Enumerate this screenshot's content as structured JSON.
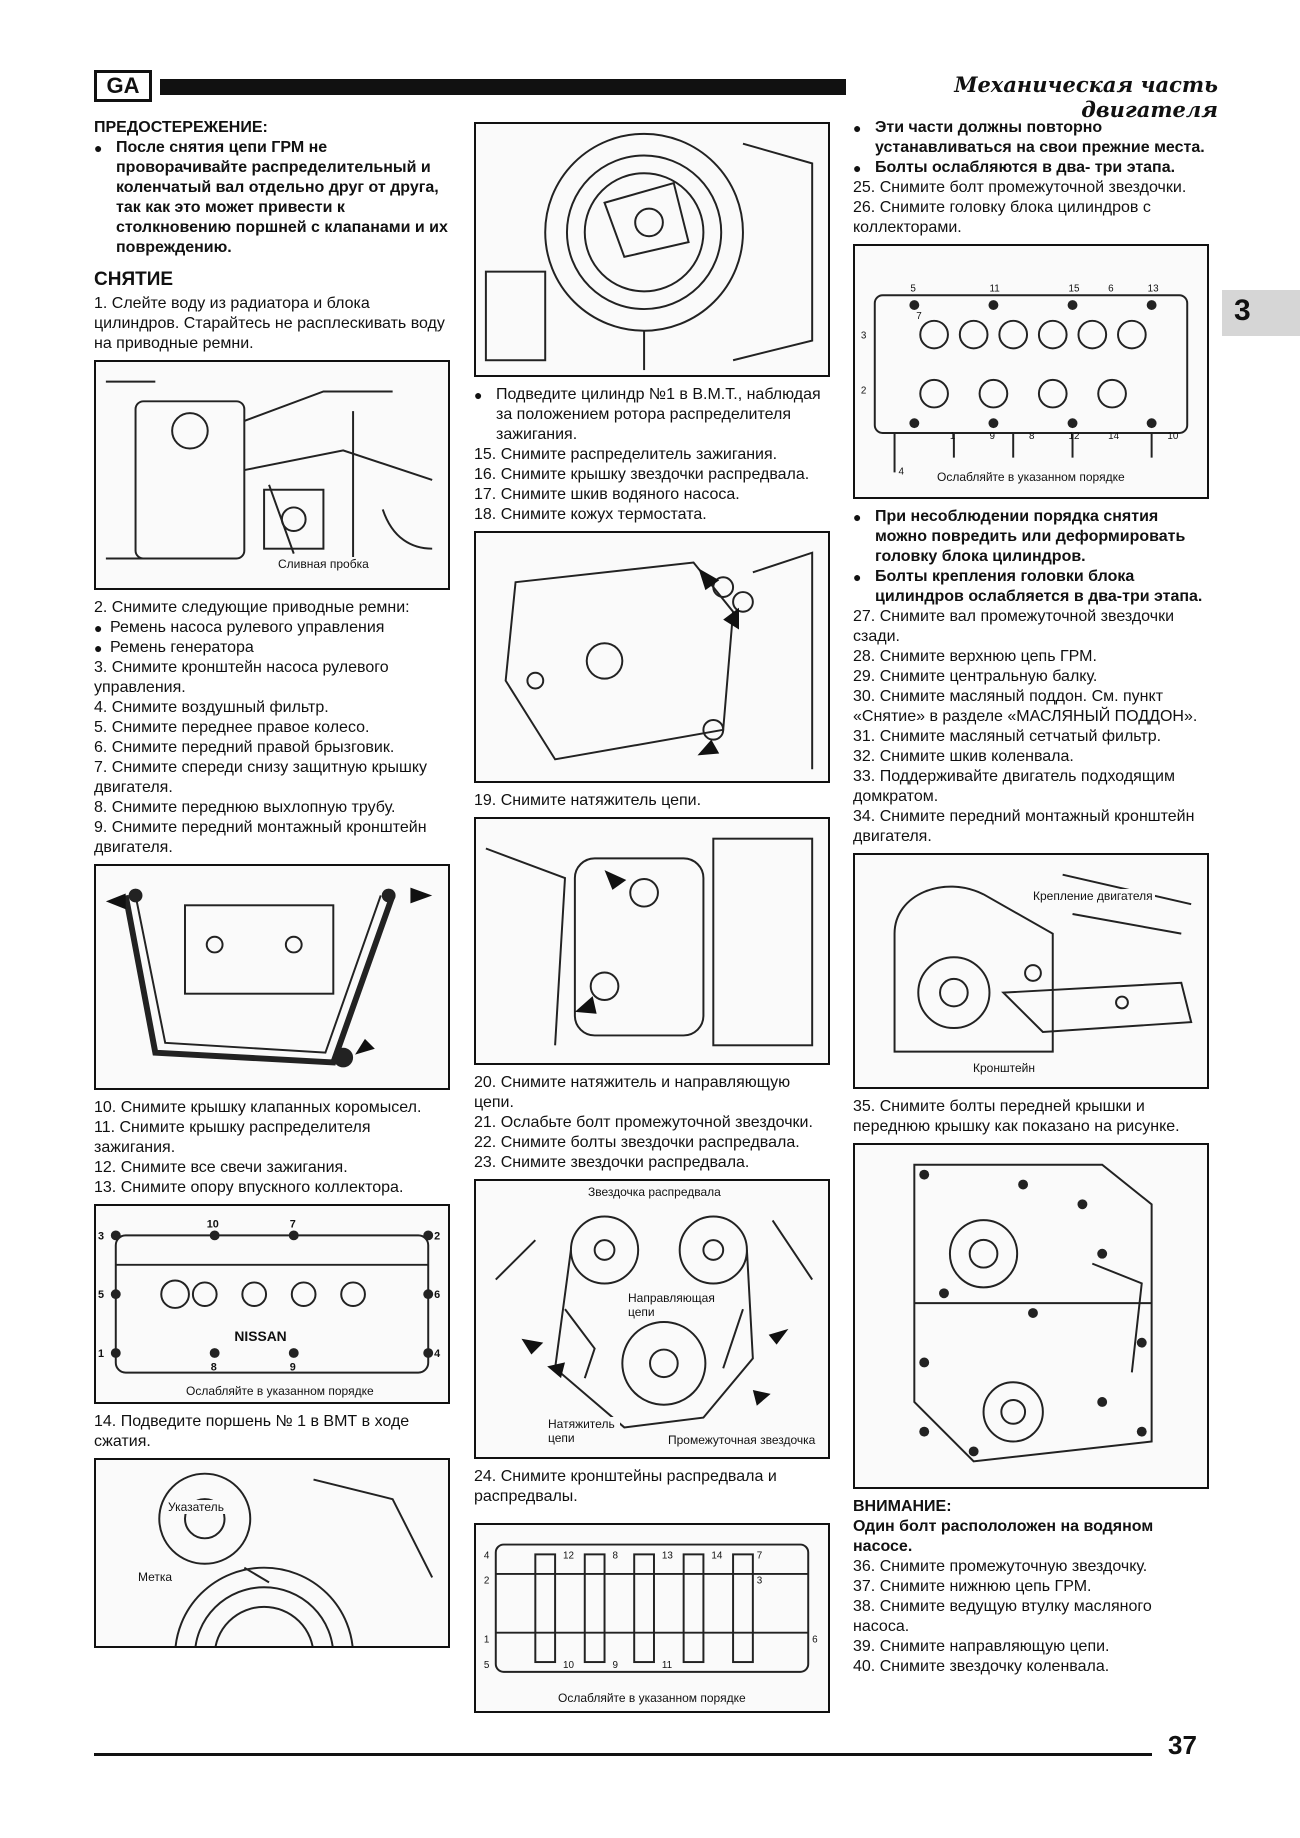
{
  "header": {
    "code": "GA",
    "title": "Механическая часть двигателя",
    "tab_number": "3"
  },
  "page_number": "37",
  "col1": {
    "warning_title": "ПРЕДОСТЕРЕЖЕНИЕ:",
    "warning_text": "После снятия цепи ГРМ не проворачивайте распределительный и коленчатый вал отдельно друг от друга, так как это может привести к столкновению поршней с клапанами и их повреждению.",
    "section_title": "СНЯТИЕ",
    "step1": "1. Слейте воду из радиатора и блока цилиндров. Старайтесь не расплескивать воду на приводные ремни.",
    "fig1_caption": "Сливная пробка",
    "step2": "2. Снимите следующие приводные ремни:",
    "step2_b1": "Ремень насоса рулевого управления",
    "step2_b2": "Ремень генератора",
    "steps_3_9": [
      "3. Снимите кронштейн насоса рулевого управления.",
      "4. Снимите воздушный фильтр.",
      "5. Снимите переднее правое колесо.",
      "6. Снимите передний правой брызговик.",
      "7. Снимите спереди снизу защитную крышку двигателя.",
      "8. Снимите переднюю выхлопную трубу.",
      "9. Снимите передний монтажный кронштейн двигателя."
    ],
    "steps_10_13": [
      "10. Снимите крышку клапанных коромысел.",
      "11. Снимите крышку распределителя зажигания.",
      "12. Снимите все свечи зажигания.",
      "13. Снимите опору впускного коллектора."
    ],
    "fig3_caption": "Ослабляйте в указанном порядке",
    "fig3_logo": "NISSAN",
    "fig3_numbers": [
      "1",
      "2",
      "3",
      "4",
      "5",
      "6",
      "7",
      "8",
      "9",
      "10"
    ],
    "step14": "14. Подведите поршень № 1 в ВМТ в ходе сжатия.",
    "fig4_label1": "Указатель",
    "fig4_label2": "Метка"
  },
  "col2": {
    "bullet1": "Подведите цилиндр №1 в В.М.Т., наблюдая за положением ротора распределителя зажигания.",
    "steps_15_18": [
      "15. Снимите распределитель зажигания.",
      "16. Снимите крышку звездочки распредвала.",
      "17. Снимите шкив водяного насоса.",
      "18. Снимите кожух термостата."
    ],
    "step19": "19. Снимите натяжитель цепи.",
    "steps_20_23": [
      "20. Снимите натяжитель и направляющую цепи.",
      "21. Ослабьте болт промежуточной звездочки.",
      "22. Снимите болты звездочки распредвала.",
      "23. Снимите звездочки распредвала."
    ],
    "fig4_label_top": "Звездочка распредвала",
    "fig4_label_guide": "Направляющая цепи",
    "fig4_label_tensioner": "Натяжитель цепи",
    "fig4_label_idler": "Промежуточная звездочка",
    "step24": "24. Снимите кронштейны распредвала и распредвалы.",
    "fig5_caption": "Ослабляйте в указанном порядке",
    "fig5_numbers": [
      "1",
      "2",
      "3",
      "4",
      "5",
      "6",
      "7",
      "8",
      "9",
      "10",
      "11",
      "12",
      "13",
      "14"
    ]
  },
  "col3": {
    "bullet1": "Эти части должны повторно устанавливаться на свои прежние места.",
    "bullet2": "Болты ослабляются в два- три этапа.",
    "steps_25_26": [
      "25. Снимите болт промежуточной звездочки.",
      "26. Снимите головку блока цилиндров с коллекторами."
    ],
    "fig1_caption": "Ослабляйте в указанном порядке",
    "fig1_numbers": [
      "1",
      "2",
      "3",
      "4",
      "5",
      "6",
      "7",
      "8",
      "9",
      "10",
      "11",
      "12",
      "13",
      "14",
      "15"
    ],
    "bullet3": "При несоблюдении порядка снятия можно повредить или деформировать головку блока цилиндров.",
    "bullet4": "Болты крепления головки блока цилиндров ослабляется в два-три этапа.",
    "steps_27_34": [
      "27. Снимите вал промежуточной звездочки сзади.",
      "28. Снимите верхнюю цепь ГРМ.",
      "29. Снимите центральную балку.",
      "30. Снимите масляный поддон. См. пункт «Снятие» в разделе «МАСЛЯНЫЙ ПОДДОН».",
      "31. Снимите масляный сетчатый фильтр.",
      "32. Снимите шкив коленвала.",
      "33. Поддерживайте двигатель подходящим домкратом.",
      "34. Снимите передний монтажный кронштейн двигателя."
    ],
    "fig2_label1": "Крепление двигателя",
    "fig2_label2": "Кронштейн",
    "step35": "35. Снимите болты передней крышки и переднюю крышку как показано на рисунке.",
    "attention_title": "ВНИМАНИЕ:",
    "attention_text": "Один болт распололожен на водяном насосе.",
    "steps_36_40": [
      "36. Снимите промежуточную звездочку.",
      "37. Снимите нижнюю цепь ГРМ.",
      "38. Снимите ведущую втулку масляного насоса.",
      "39. Снимите направляющую цепи.",
      "40. Снимите звездочку коленвала."
    ]
  }
}
